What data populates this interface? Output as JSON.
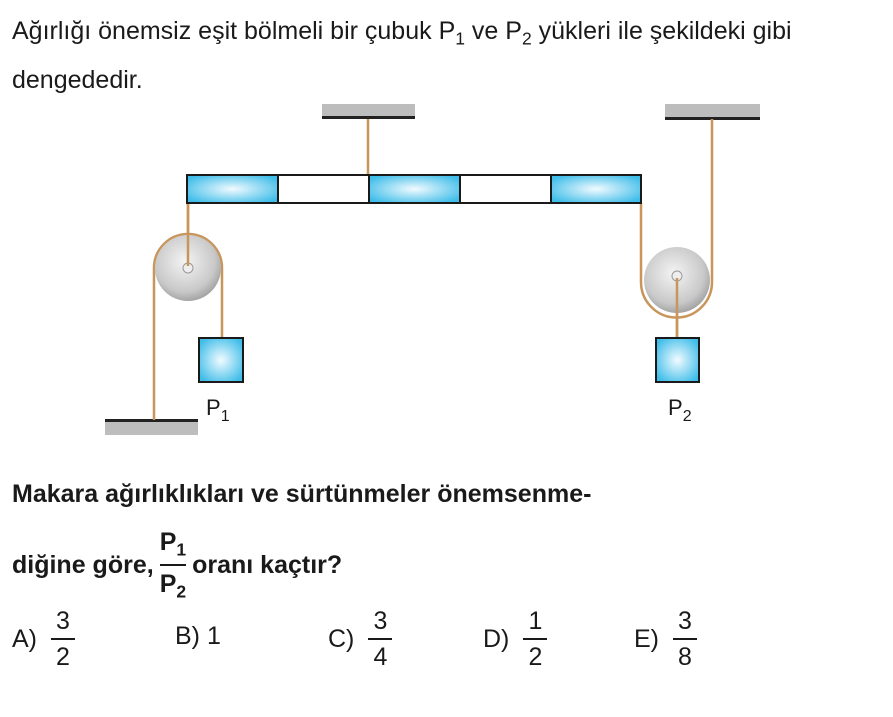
{
  "intro": {
    "text1": "Ağırlığı önemsiz eşit bölmeli bir çubuk P",
    "sub1": "1",
    "text2": " ve P",
    "sub2": "2",
    "text3": " yükleri ile şekildeki gibi dengededir."
  },
  "diagram": {
    "label_p1": "P",
    "label_p1_sub": "1",
    "label_p2": "P",
    "label_p2_sub": "2",
    "rod_color": "#5bc8f0",
    "rope_color": "#c8955a"
  },
  "question": {
    "line1": "Makara ağırlıklıkları ve sürtünmeler önemsenme-",
    "line2_pre": "diğine göre,",
    "num": "P",
    "num_sub": "1",
    "den": "P",
    "den_sub": "2",
    "line2_post": "oranı kaçtır?"
  },
  "options": [
    {
      "label": "A)",
      "num": "3",
      "den": "2"
    },
    {
      "label": "B) 1"
    },
    {
      "label": "C)",
      "num": "3",
      "den": "4"
    },
    {
      "label": "D)",
      "num": "1",
      "den": "2"
    },
    {
      "label": "E)",
      "num": "3",
      "den": "8"
    }
  ]
}
